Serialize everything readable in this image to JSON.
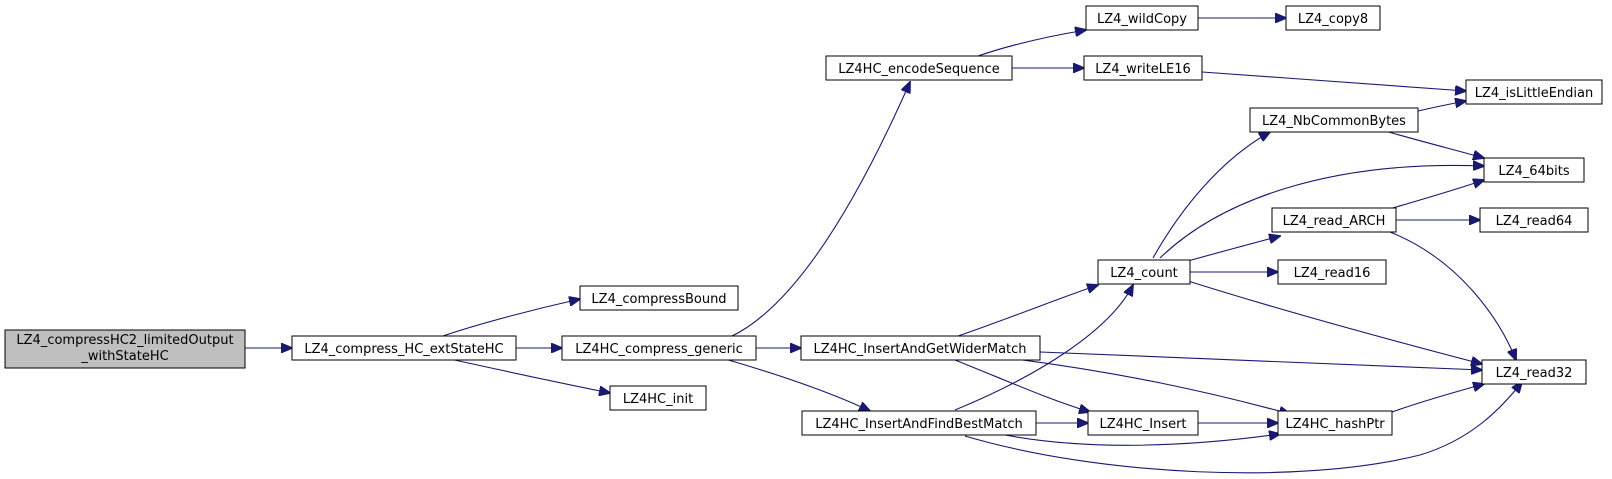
{
  "graph": {
    "edge_color": "#191970",
    "root_fill": "#bfbfbf",
    "nodes": {
      "root": [
        "LZ4_compressHC2_limitedOutput",
        "_withStateHC"
      ],
      "ext_state": "LZ4_compress_HC_extStateHC",
      "compress_bound": "LZ4_compressBound",
      "compress_generic": "LZ4HC_compress_generic",
      "init": "LZ4HC_init",
      "encode_sequence": "LZ4HC_encodeSequence",
      "wild_copy": "LZ4_wildCopy",
      "copy8": "LZ4_copy8",
      "write_le16": "LZ4_writeLE16",
      "is_little_endian": "LZ4_isLittleEndian",
      "nb_common_bytes": "LZ4_NbCommonBytes",
      "bits64": "LZ4_64bits",
      "read_arch": "LZ4_read_ARCH",
      "read64": "LZ4_read64",
      "count": "LZ4_count",
      "read16": "LZ4_read16",
      "insert_get_wider": "LZ4HC_InsertAndGetWiderMatch",
      "read32": "LZ4_read32",
      "insert_find_best": "LZ4HC_InsertAndFindBestMatch",
      "insert": "LZ4HC_Insert",
      "hash_ptr": "LZ4HC_hashPtr"
    }
  }
}
